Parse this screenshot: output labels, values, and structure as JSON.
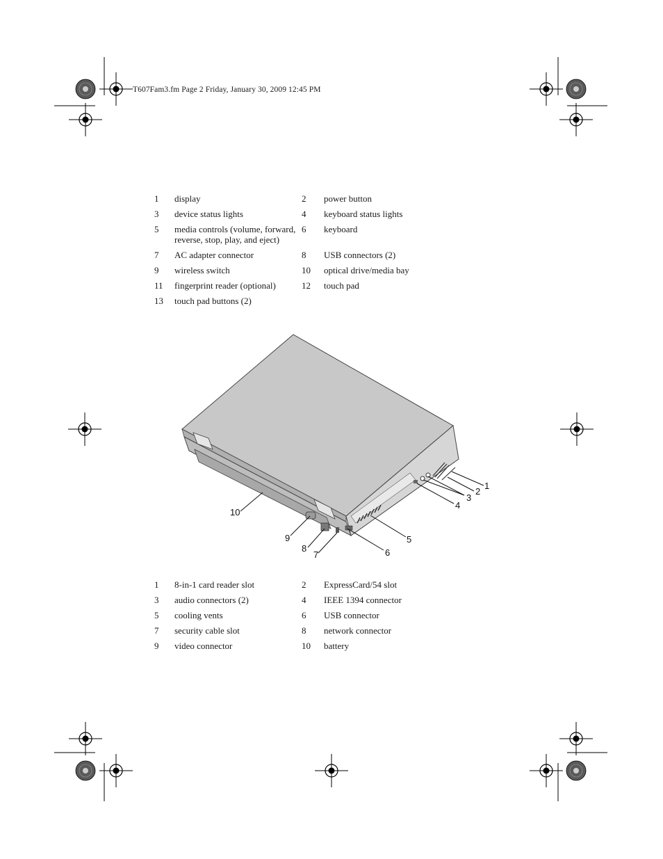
{
  "header": {
    "text": "T607Fam3.fm  Page 2  Friday, January 30, 2009  12:45 PM"
  },
  "front_legend": [
    {
      "n1": "1",
      "l1": "display",
      "n2": "2",
      "l2": "power button"
    },
    {
      "n1": "3",
      "l1": "device status lights",
      "n2": "4",
      "l2": "keyboard status lights"
    },
    {
      "n1": "5",
      "l1": "media controls (volume, forward, reverse, stop, play, and eject)",
      "n2": "6",
      "l2": "keyboard"
    },
    {
      "n1": "7",
      "l1": "AC adapter connector",
      "n2": "8",
      "l2": "USB connectors (2)"
    },
    {
      "n1": "9",
      "l1": "wireless switch",
      "n2": "10",
      "l2": "optical drive/media bay"
    },
    {
      "n1": "11",
      "l1": "fingerprint reader (optional)",
      "n2": "12",
      "l2": "touch pad"
    },
    {
      "n1": "13",
      "l1": "touch pad buttons (2)",
      "n2": "",
      "l2": ""
    }
  ],
  "figure": {
    "callouts": [
      "1",
      "2",
      "3",
      "4",
      "5",
      "6",
      "7",
      "8",
      "9",
      "10"
    ]
  },
  "back_legend": [
    {
      "n1": "1",
      "l1": "8-in-1 card reader slot",
      "n2": "2",
      "l2": "ExpressCard/54 slot"
    },
    {
      "n1": "3",
      "l1": "audio connectors (2)",
      "n2": "4",
      "l2": "IEEE 1394 connector"
    },
    {
      "n1": "5",
      "l1": "cooling vents",
      "n2": "6",
      "l2": "USB connector"
    },
    {
      "n1": "7",
      "l1": "security cable slot",
      "n2": "8",
      "l2": "network connector"
    },
    {
      "n1": "9",
      "l1": "video connector",
      "n2": "10",
      "l2": "battery"
    }
  ]
}
